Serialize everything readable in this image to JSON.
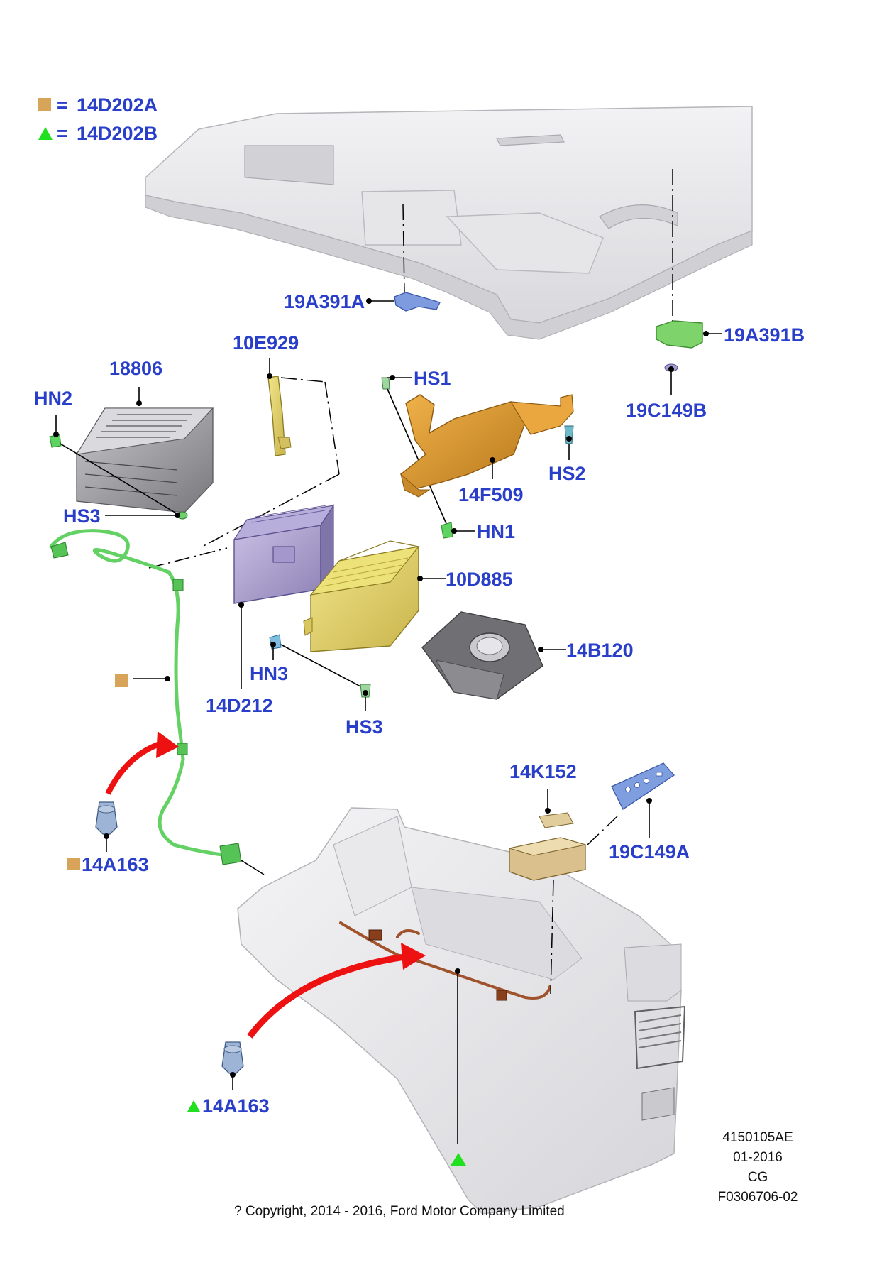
{
  "legend": [
    {
      "marker": "square",
      "color": "#d8a45a",
      "code": "14D202A",
      "sep": "="
    },
    {
      "marker": "triangle",
      "color": "#20e020",
      "code": "14D202B",
      "sep": "="
    }
  ],
  "labels": {
    "p19A391A": "19A391A",
    "p19A391B": "19A391B",
    "p19C149B": "19C149B",
    "p10E929": "10E929",
    "p18806": "18806",
    "pHN2": "HN2",
    "pHS1": "HS1",
    "pHS2": "HS2",
    "p14F509": "14F509",
    "pHS3a": "HS3",
    "pHN1": "HN1",
    "p10D885": "10D885",
    "p14B120": "14B120",
    "pHN3": "HN3",
    "p14D212": "14D212",
    "pHS3b": "HS3",
    "p14K152": "14K152",
    "p19C149A": "19C149A",
    "p14A163a": "14A163",
    "p14A163b": "14A163"
  },
  "reference": {
    "code": "4150105AE",
    "date": "01-2016",
    "initials": "CG",
    "figure": "F0306706-02"
  },
  "copyright": "? Copyright, 2014 - 2016, Ford Motor Company Limited",
  "colors": {
    "label": "#2a3fc9",
    "harness_green": "#63d163",
    "marker_square": "#d8a45a",
    "marker_triangle": "#20e020",
    "arrow_red": "#ee1111"
  }
}
